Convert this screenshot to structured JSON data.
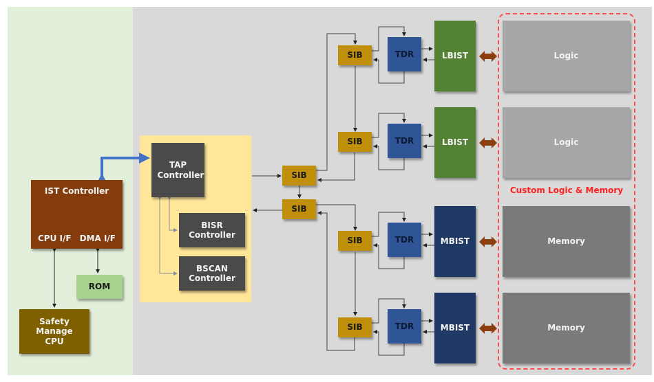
{
  "colors": {
    "left_bg": "#e2efda",
    "main_bg": "#d9d9d9",
    "tap_region_bg": "#ffe699",
    "controller": "#4a4a4a",
    "ist_controller": "#843c0c",
    "rom": "#a9d18e",
    "safety_cpu": "#7f6000",
    "sib": "#c0900a",
    "tdr": "#2f5597",
    "lbist": "#548235",
    "mbist": "#1f3864",
    "logic": "#a6a6a6",
    "memory": "#7a7a7a",
    "jtag_link": "#4472c4",
    "bidir_arrow": "#8b3e0f",
    "custom_border": "#ff4d4d"
  },
  "left": {
    "ist_controller": {
      "title": "IST Controller",
      "cpu_if": "CPU I/F",
      "dma_if": "DMA I/F"
    },
    "rom": "ROM",
    "safety_cpu": "Safety Manage CPU"
  },
  "tap_group": {
    "tap": "TAP Controller",
    "bisr": "BISR Controller",
    "bscan": "BSCAN Controller"
  },
  "sib_root": [
    "SIB",
    "SIB"
  ],
  "chains": [
    {
      "sib": "SIB",
      "tdr": "TDR",
      "bist": "LBIST",
      "target": "Logic"
    },
    {
      "sib": "SIB",
      "tdr": "TDR",
      "bist": "LBIST",
      "target": "Logic"
    },
    {
      "sib": "SIB",
      "tdr": "TDR",
      "bist": "MBIST",
      "target": "Memory"
    },
    {
      "sib": "SIB",
      "tdr": "TDR",
      "bist": "MBIST",
      "target": "Memory"
    }
  ],
  "custom_group_label": "Custom Logic & Memory"
}
